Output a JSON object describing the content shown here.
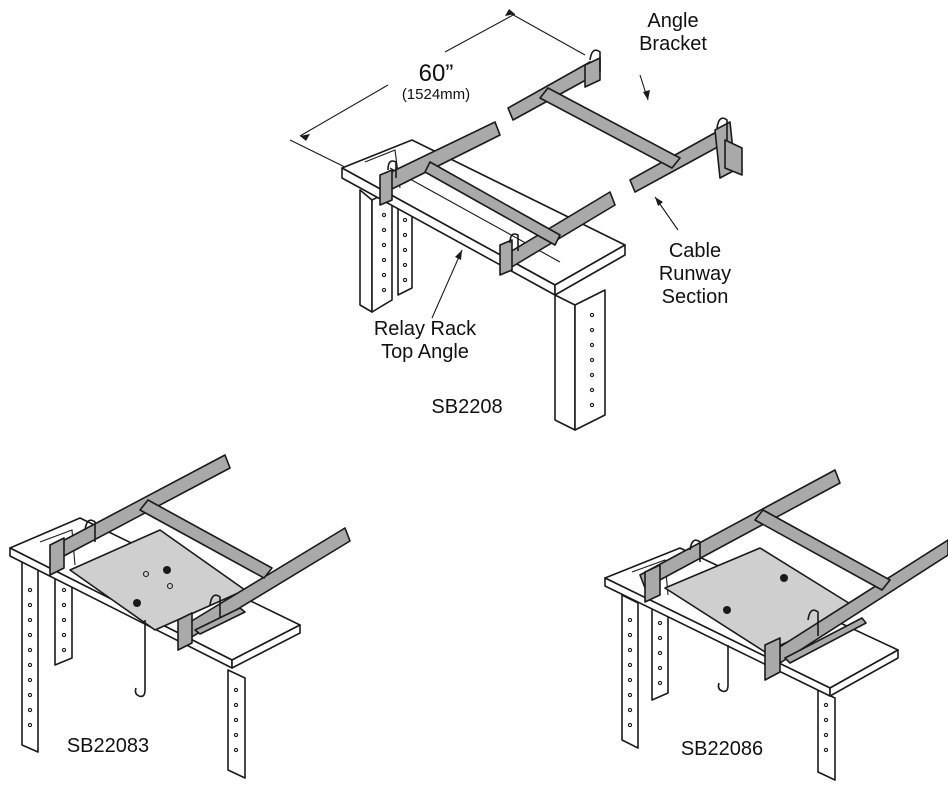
{
  "labels": {
    "dimension_main": "60”",
    "dimension_metric": "(1524mm)",
    "angle_bracket_line1": "Angle",
    "angle_bracket_line2": "Bracket",
    "cable_runway_line1": "Cable",
    "cable_runway_line2": "Runway",
    "cable_runway_line3": "Section",
    "relay_rack_line1": "Relay Rack",
    "relay_rack_line2": "Top Angle",
    "model_top": "SB2208",
    "model_left": "SB22083",
    "model_right": "SB22086"
  },
  "colors": {
    "line": "#1a1a1a",
    "runway_fill": "#a9a9a9",
    "plate_fill": "#cfcfcf",
    "background": "#ffffff"
  }
}
